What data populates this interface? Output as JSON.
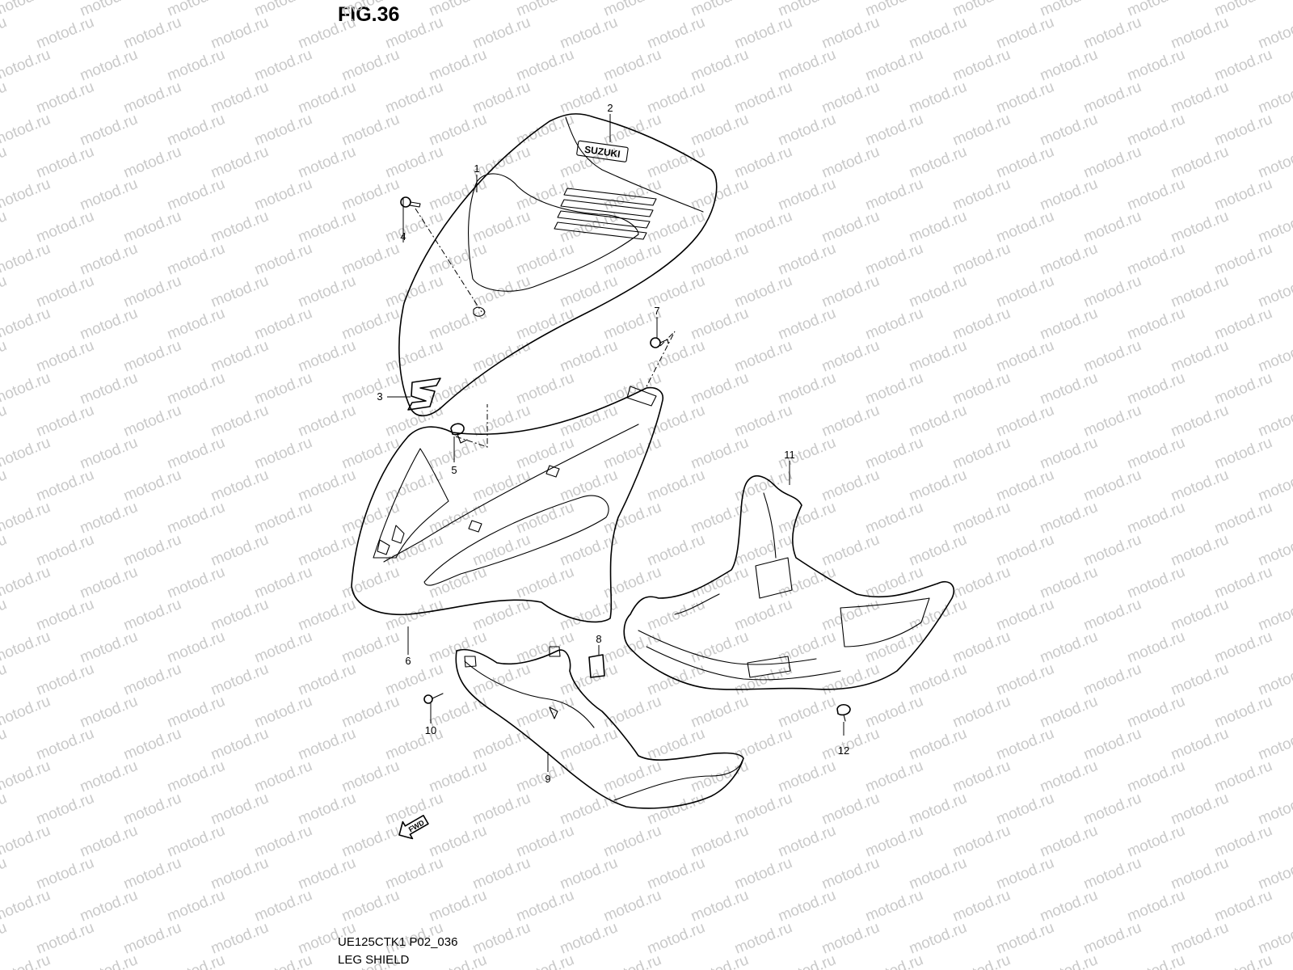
{
  "figure": {
    "title": "FIG.36",
    "code": "UE125CTK1 P02_036",
    "name": "LEG SHIELD",
    "watermark": "motod.ru",
    "fwd_label": "FWD"
  },
  "callouts": [
    {
      "id": "1",
      "label": "1"
    },
    {
      "id": "2",
      "label": "2"
    },
    {
      "id": "3",
      "label": "3"
    },
    {
      "id": "4",
      "label": "4"
    },
    {
      "id": "5",
      "label": "5"
    },
    {
      "id": "6",
      "label": "6"
    },
    {
      "id": "7",
      "label": "7"
    },
    {
      "id": "8",
      "label": "8"
    },
    {
      "id": "9",
      "label": "9"
    },
    {
      "id": "10",
      "label": "10"
    },
    {
      "id": "11",
      "label": "11"
    },
    {
      "id": "12",
      "label": "12"
    }
  ],
  "emblem_text": "SUZUKI",
  "colors": {
    "line": "#000000",
    "watermark": "#c9c9c9",
    "background": "#ffffff"
  }
}
